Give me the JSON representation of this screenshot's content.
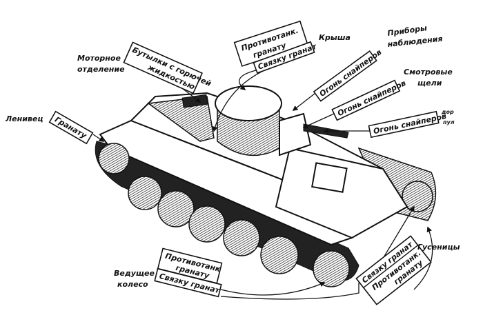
{
  "labels": {
    "roof": "Крыша",
    "observation_devices": [
      "Приборы",
      "наблюдения"
    ],
    "vision_slits": [
      "Смотровые",
      "щели"
    ],
    "engine_compartment": [
      "Моторное",
      "отделение"
    ],
    "idler": "Ленивец",
    "drive_wheel": [
      "Ведущее",
      "колесо"
    ],
    "tracks": "Гусеницы",
    "right_edge_partial": [
      "дор",
      "пул"
    ]
  },
  "boxes": {
    "top_grenade": [
      "Противотанк.",
      "гранату"
    ],
    "top_bundle": "Связку гранат",
    "bottles": [
      "Бутылки с горючей",
      "жидкостью"
    ],
    "sniper_1": "Огонь снайперов",
    "sniper_2": "Огонь снайперов",
    "sniper_3": "Огонь снайперов",
    "idler_grenade": "Гранату",
    "bottom_grenade": [
      "Противотанк",
      "гранату"
    ],
    "bottom_bundle": "Связку гранат",
    "br_bundle": "Связку гранат",
    "br_grenade": [
      "Противотанк.",
      "гранату"
    ]
  }
}
